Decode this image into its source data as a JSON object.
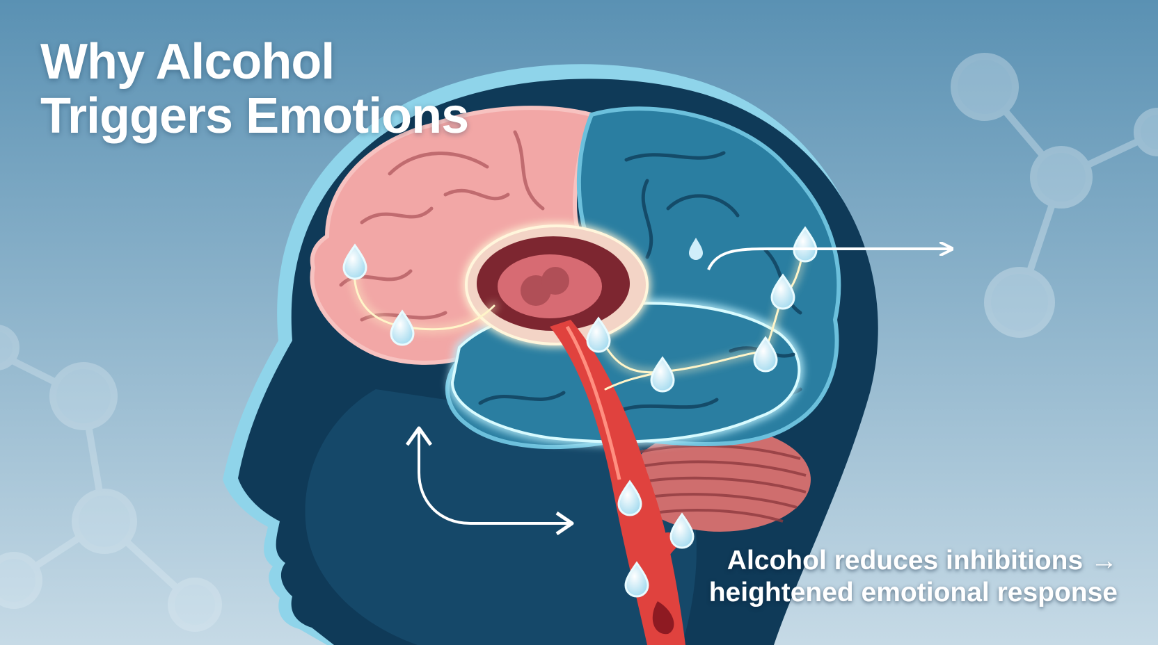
{
  "title": {
    "line1": "Why Alcohol",
    "line2": "Triggers Emotions"
  },
  "caption": {
    "line1": "Alcohol reduces inhibitions →",
    "line2": "heightened emotional response"
  },
  "colors": {
    "background_top": "#5a91b3",
    "background_bottom": "#c6dae6",
    "head_outline": "#8fd4ea",
    "head_fill": "#0f3a58",
    "cortex_pink": "#f2a7a6",
    "cortex_blue": "#2a7ea1",
    "cerebellum": "#cf6e6e",
    "vessel": "#e0423e",
    "glow": "#fff5c9",
    "droplet": "#cfeefa"
  },
  "icons": {
    "droplet": "droplet-icon",
    "arrow": "arrow-icon",
    "molecule": "molecule-icon"
  }
}
